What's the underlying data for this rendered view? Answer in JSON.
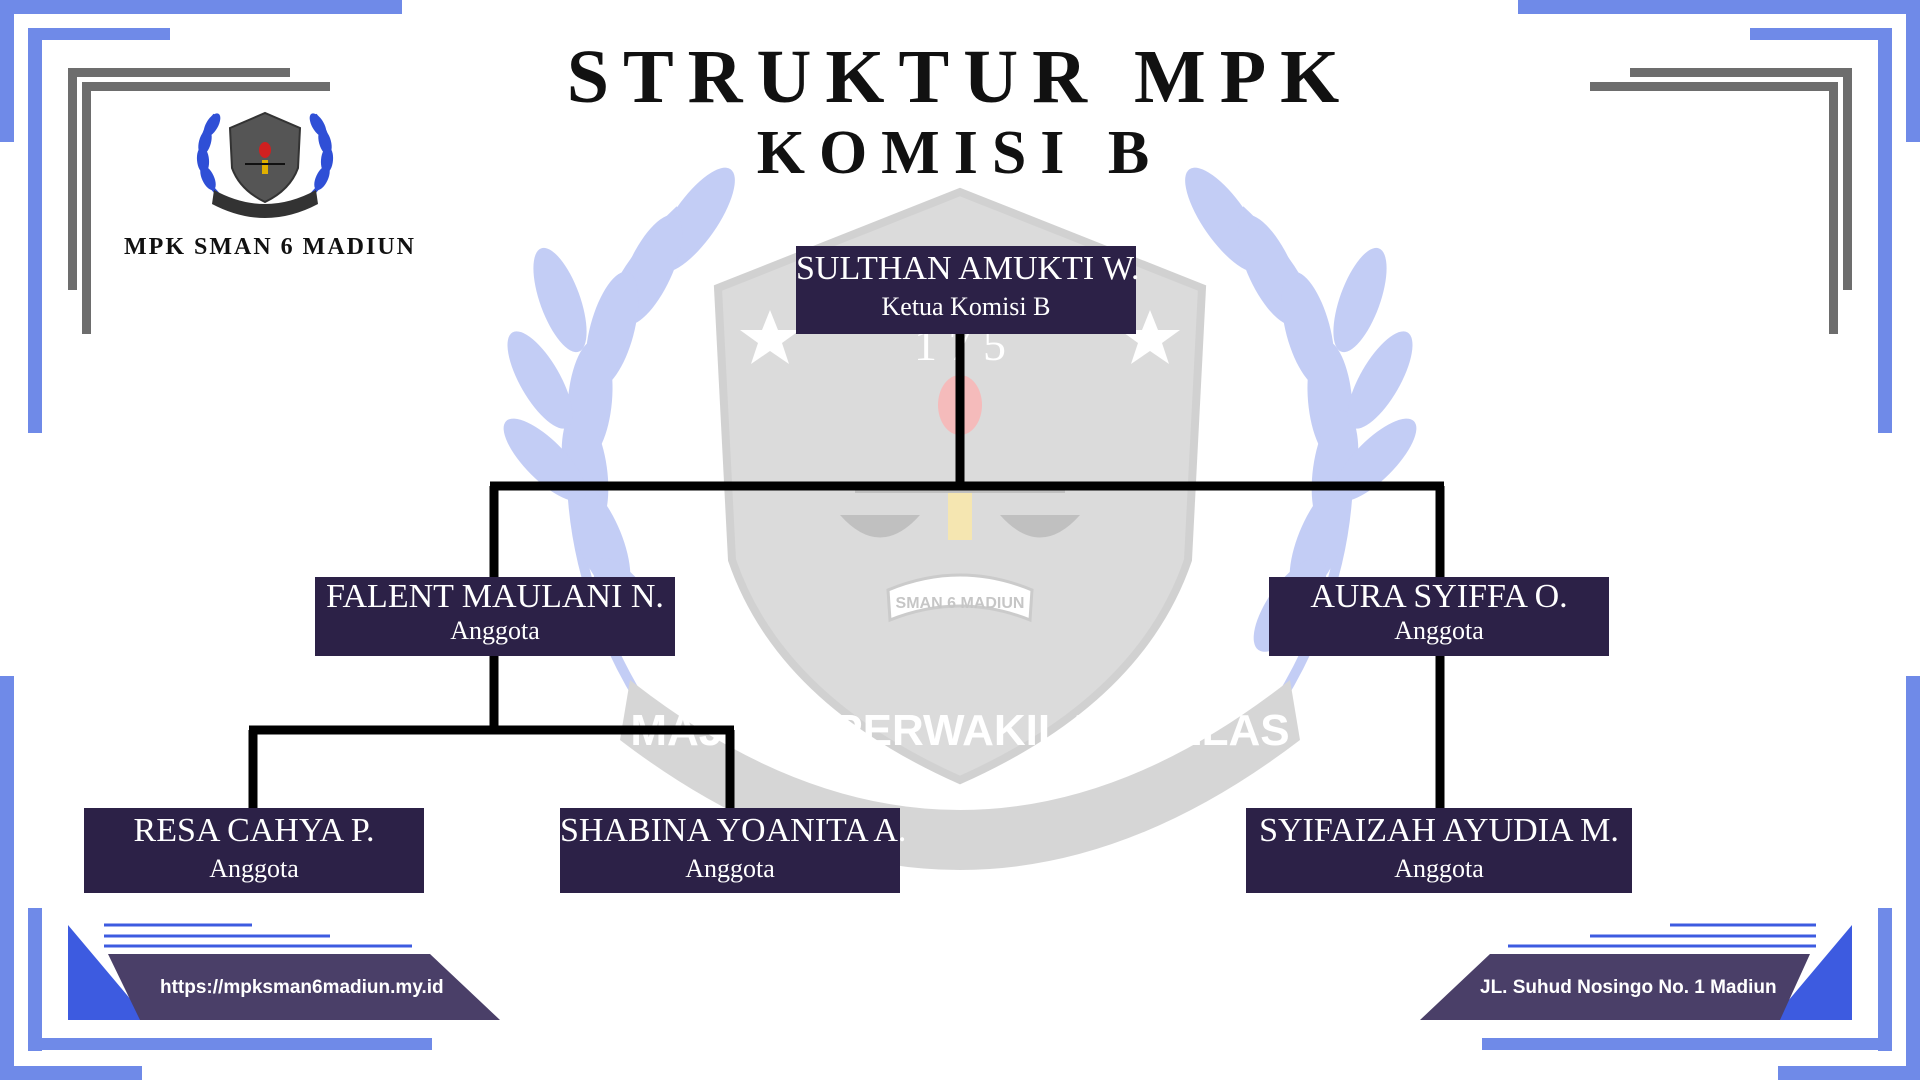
{
  "header": {
    "title": "STRUKTUR MPK",
    "subtitle": "KOMISI B",
    "organization": "MPK SMAN 6 MADIUN"
  },
  "emblem": {
    "watermark_text": "MAJELIS PERWAKILAN KELAS",
    "ribbon_text": "SMAN 6 MADIUN",
    "numerals": "1 7 5"
  },
  "org_chart": {
    "head": {
      "name": "SULTHAN AMUKTI W.",
      "role": "Ketua Komisi B"
    },
    "members": [
      {
        "name": "FALENT MAULANI N.",
        "role": "Anggota"
      },
      {
        "name": "AURA SYIFFA O.",
        "role": "Anggota"
      },
      {
        "name": "RESA CAHYA P.",
        "role": "Anggota"
      },
      {
        "name": "SHABINA YOANITA A.",
        "role": "Anggota"
      },
      {
        "name": "SYIFAIZAH AYUDIA M.",
        "role": "Anggota"
      }
    ]
  },
  "footer": {
    "website": "https://mpksman6madiun.my.id",
    "address": "JL. Suhud Nosingo No. 1 Madiun"
  },
  "colors": {
    "box_fill": "#2c2147",
    "frame_blue": "#6f8ae8",
    "frame_gray": "#6d6d6d",
    "accent_blue": "#3d5be0",
    "footer_fill": "#4a3f68"
  }
}
